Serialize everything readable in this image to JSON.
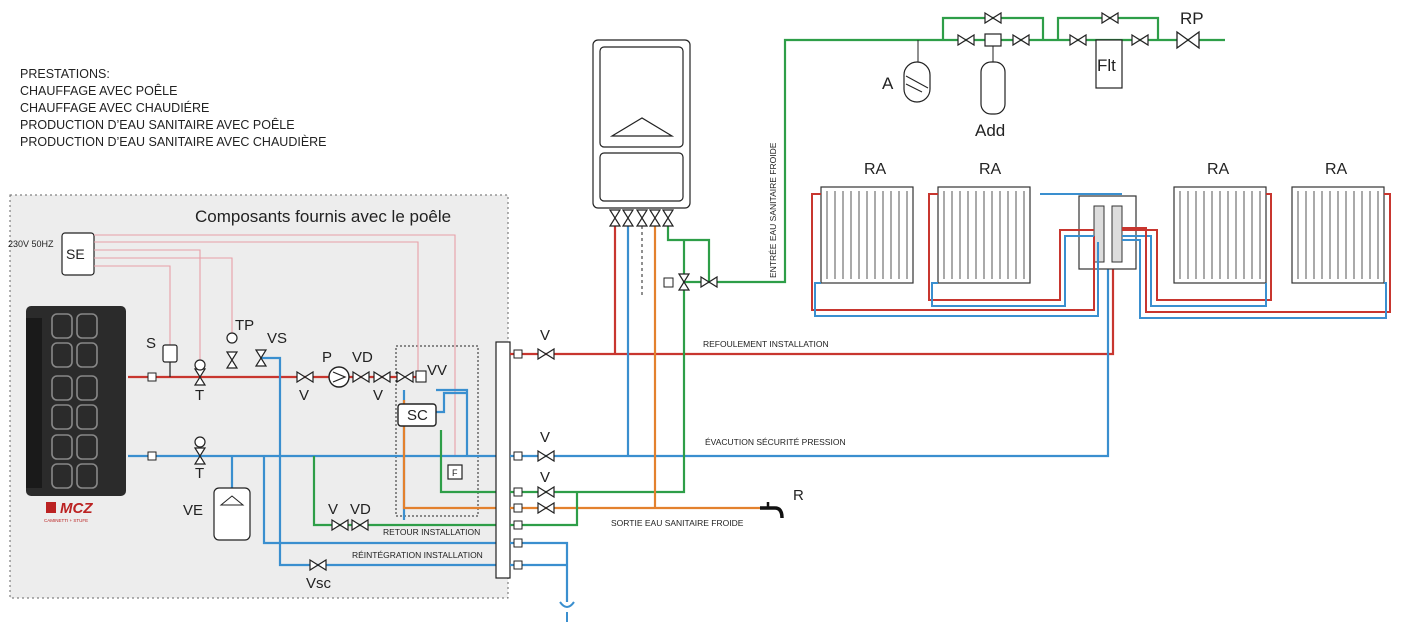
{
  "prestations": {
    "title": "PRESTATIONS:",
    "items": [
      "CHAUFFAGE AVEC POÊLE",
      "CHAUFFAGE AVEC CHAUDIÉRE",
      "PRODUCTION D’EAU SANITAIRE AVEC POÊLE",
      "PRODUCTION D’EAU SANITAIRE AVEC CHAUDIÈRE"
    ]
  },
  "supplied_box": {
    "title": "Composants fournis avec le poêle"
  },
  "power_label": "230V 50HZ",
  "components": {
    "se": "SE",
    "s": "S",
    "t_top": "T",
    "t_bottom": "T",
    "tp": "TP",
    "vs": "VS",
    "p": "P",
    "vd_top": "VD",
    "vv": "VV",
    "v_pump": "V",
    "v_after_vd": "V",
    "sc": "SC",
    "f": "F",
    "ve": "VE",
    "vsc": "Vsc",
    "v_ret": "V",
    "vd_ret": "VD",
    "v_out1": "V",
    "v_out2": "V",
    "v_out3": "V",
    "r": "R",
    "a": "A",
    "add": "Add",
    "flt": "Flt",
    "rp": "RP",
    "ra1": "RA",
    "ra2": "RA",
    "ra3": "RA",
    "ra4": "RA",
    "brand": "MCZ",
    "brand_sub": "CAMINETTI + STUFE"
  },
  "pipe_labels": {
    "refoulement": "REFOULEMENT INSTALLATION",
    "evacuation": "ÉVACUTION SÉCURITÉ PRESSION",
    "retour": "RETOUR INSTALLATION",
    "reintegration": "RÉINTÉGRATION INSTALLATION",
    "sortie": "SORTIE EAU SANITAIRE FROIDE",
    "entree": "ENTRÉE EAU SANITAIRE FROIDE"
  },
  "colors": {
    "hot_pipe": "#c8362f",
    "cold_pipe": "#3a8fcf",
    "green_pipe": "#2e9e48",
    "orange_pipe": "#e3812e",
    "signal_wire": "#e8a0a8",
    "box_fill": "#ededed"
  }
}
